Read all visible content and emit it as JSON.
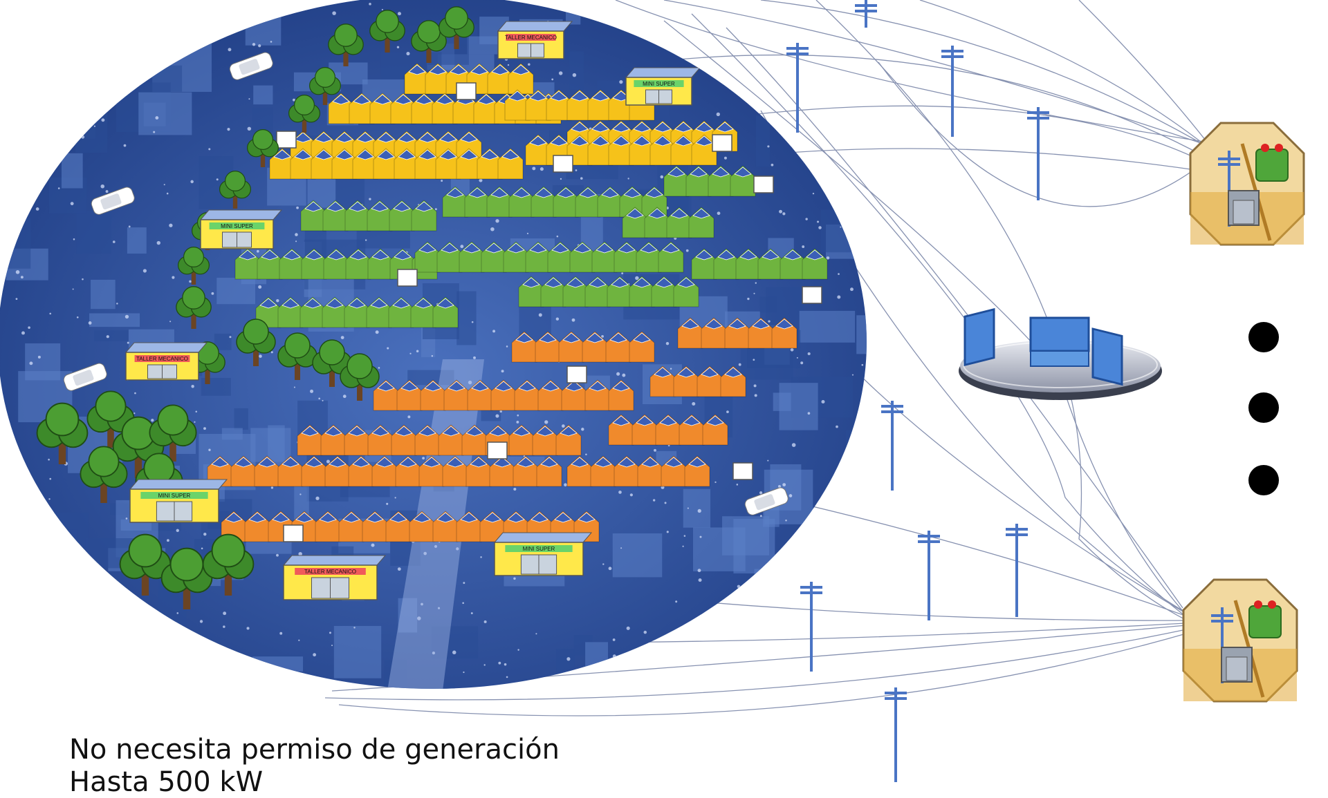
{
  "caption": {
    "line1": "No necesita permiso de generación",
    "line2": "Hasta 500 kW"
  },
  "store_signs": {
    "mini_super": "MINI SUPER",
    "taller_mecanico": "TALLER MECANICO"
  },
  "colors": {
    "city_blue": "#2f55a4",
    "city_dark": "#1c3a7a",
    "house_yellow": "#f6c21a",
    "house_green": "#6fb43f",
    "house_orange": "#f08a2c",
    "solar_panel": "#3b5fb7",
    "pole_blue": "#4a74c4",
    "tree_green": "#3d8a2a",
    "substation_bg": "#f2d9a0",
    "substation_border": "#8a6d3b",
    "line_gray": "#7a86a8",
    "dots": "#000000"
  },
  "icons": {
    "microgrid": "solar-community-icon",
    "controller": "control-center-icon",
    "substation": "substation-icon",
    "pole": "utility-pole-icon",
    "more": "ellipsis-vertical-icon"
  }
}
